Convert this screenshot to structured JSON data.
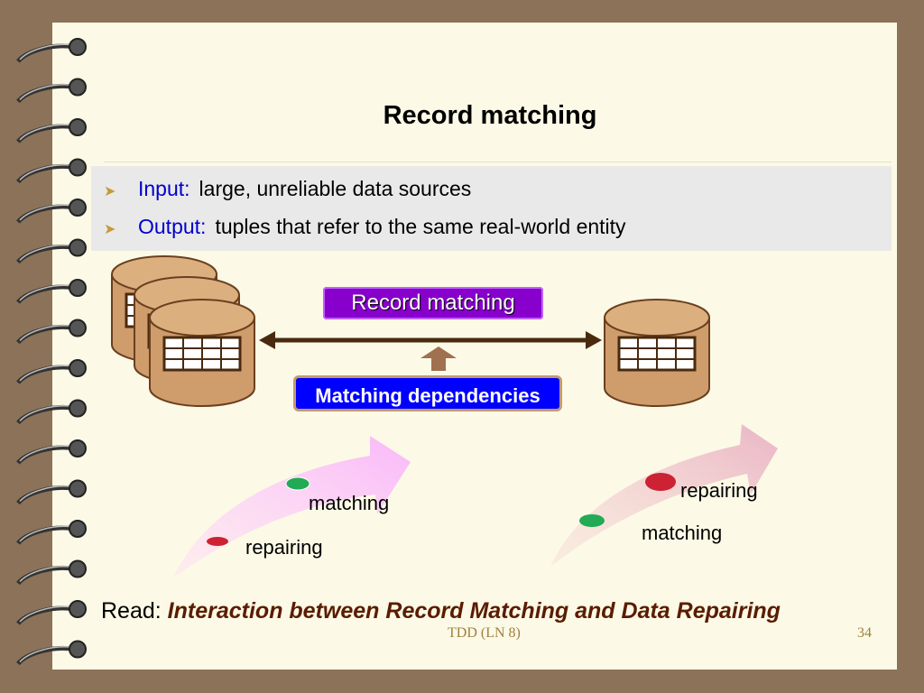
{
  "slide": {
    "title": "Record matching",
    "bullets": [
      {
        "key": "Input:",
        "text": "large, unreliable data sources"
      },
      {
        "key": "Output:",
        "text": "tuples that refer to the same real-world entity"
      }
    ],
    "diagram": {
      "record_matching_label": "Record matching",
      "matching_dependencies_label": "Matching dependencies"
    },
    "left_arrow": {
      "label_top": "matching",
      "label_bottom": "repairing"
    },
    "right_arrow": {
      "label_top": "repairing",
      "label_bottom": "matching"
    },
    "read": {
      "prefix": "Read:",
      "reference": "Interaction between Record Matching and Data Repairing"
    },
    "footer": {
      "center": "TDD (LN 8)",
      "page": "34"
    }
  },
  "colors": {
    "background": "#8b7258",
    "slide": "#fcfae6",
    "accent_blue": "#0000cc",
    "record_matching_box": "#8800cc",
    "matching_dependencies_box": "#0000ff",
    "cylinder": "#cf9c6c",
    "green_dot": "#22aa55",
    "red_dot": "#cc2233"
  }
}
